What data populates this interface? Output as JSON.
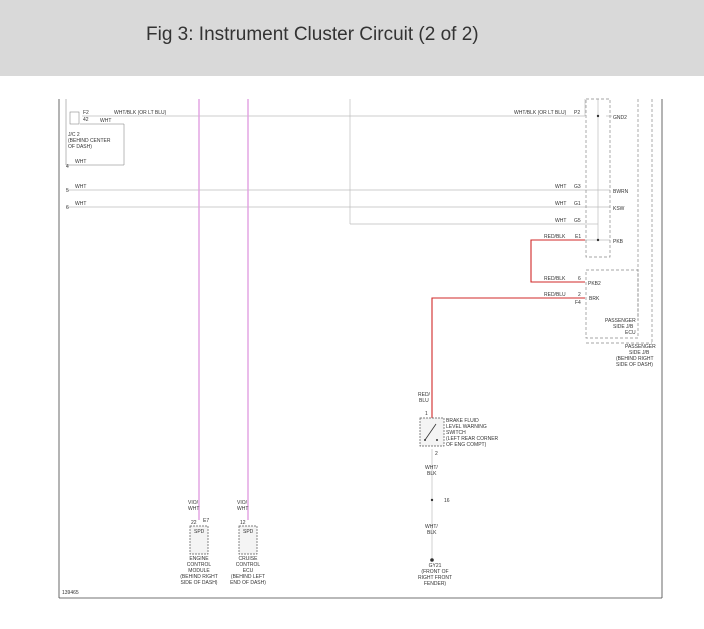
{
  "header": {
    "title": "Fig 3: Instrument Cluster Circuit (2 of 2)"
  },
  "colors": {
    "pink": "#e0a0e0",
    "red": "#d02828",
    "wire": "#bdbdbd",
    "frame": "#444444",
    "header_bg": "#d9d9d9"
  },
  "labels": {
    "top_left_wire": "WHT/BLK (OR LT BLU)",
    "pin_f2": "F2",
    "pin_42": "42",
    "wht_a": "WHT",
    "j_c2": "J/C 2",
    "behind_center": "(BEHIND CENTER",
    "of_dash": "OF DASH)",
    "pin_4": "4",
    "wht_4": "WHT",
    "pin_5": "5",
    "wht_5": "WHT",
    "pin_6": "6",
    "wht_6": "WHT",
    "top_right_wire": "WHT/BLK (OR LT BLU)",
    "pin_p2": "P2",
    "gnd2": "GND2",
    "wht_g3": "WHT",
    "pin_g3": "G3",
    "bwrn": "BWRN",
    "wht_g1": "WHT",
    "pin_g1": "G1",
    "kswl": "KSW",
    "wht_g5": "WHT",
    "pin_g5": "G5",
    "redblk_1": "RED/BLK",
    "pin_e1": "E1",
    "pkb": "PKB",
    "redblk_2": "RED/BLK",
    "pin_6b": "6",
    "pkb2": "PKB2",
    "redblu_1": "RED/BLU",
    "pin_2b": "2",
    "brk": "BRK",
    "pin_f4": "F4",
    "passenger_ecu_1": "PASSENGER",
    "passenger_ecu_2": "SIDE J/B",
    "passenger_ecu_3": "ECU",
    "passenger_jb_1": "PASSENGER",
    "passenger_jb_2": "SIDE J/B",
    "passenger_jb_3": "(BEHIND RIGHT",
    "passenger_jb_4": "SIDE OF DASH)",
    "red_1": "RED/",
    "blu_1": "BLU",
    "pin_1": "1",
    "brake_1": "BRAKE FLUID",
    "brake_2": "LEVEL WARNING",
    "brake_3": "SWITCH",
    "brake_4": "(LEFT REAR CORNER",
    "brake_5": "OF ENG COMPT)",
    "pin_2c": "2",
    "whtblk_1": "WHT/",
    "whtblk_1b": "BLK",
    "pin_16": "16",
    "whtblk_2": "WHT/",
    "whtblk_2b": "BLK",
    "gy21_1": "GY21",
    "gy21_2": "(FRONT OF",
    "gy21_3": "RIGHT FRONT",
    "gy21_4": "FENDER)",
    "vio_1": "VIO/",
    "vio_1b": "WHT",
    "vio_2": "VIO/",
    "vio_2b": "WHT",
    "pin_22": "22",
    "pin_e7": "E7",
    "pin_12": "12",
    "spd_1": "SPD",
    "spd_2": "SPD",
    "ecm_1": "ENGINE",
    "ecm_2": "CONTROL",
    "ecm_3": "MODULE",
    "ecm_4": "(BEHIND RIGHT",
    "ecm_5": "SIDE OF DASH)",
    "cc_1": "CRUISE",
    "cc_2": "CONTROL",
    "cc_3": "ECU",
    "cc_4": "(BEHIND LEFT",
    "cc_5": "END OF DASH)",
    "fig_num": "139465"
  }
}
